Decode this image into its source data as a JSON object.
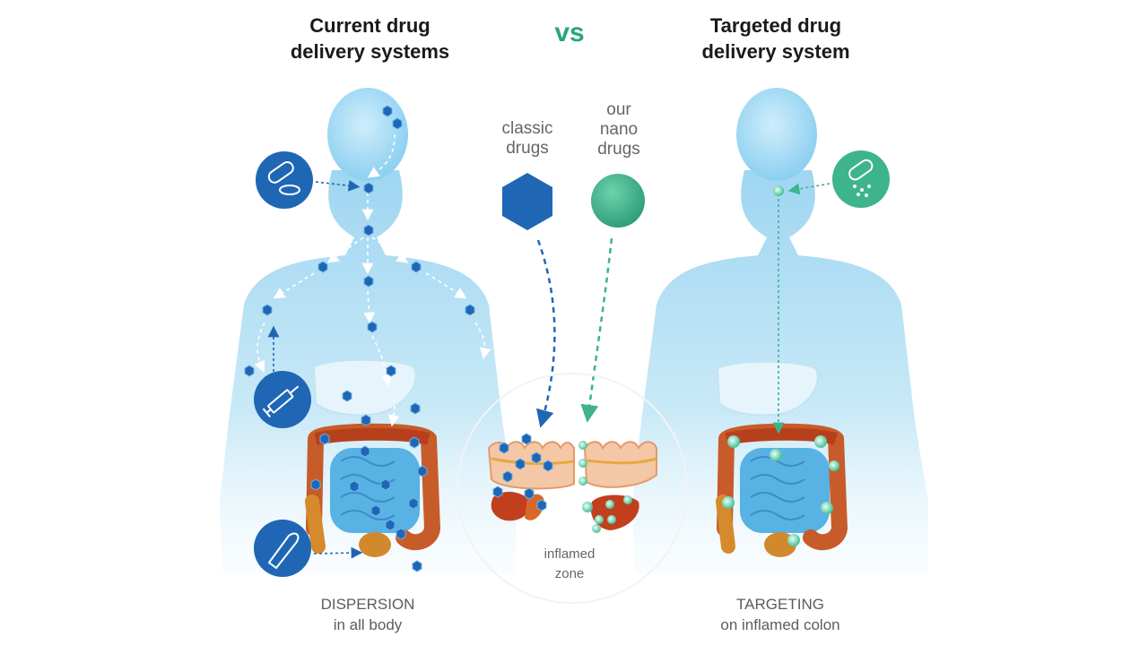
{
  "header": {
    "left_title": [
      "Current drug",
      "delivery systems"
    ],
    "vs": "vs",
    "right_title": [
      "Targeted drug",
      "delivery system"
    ]
  },
  "center": {
    "classic_label": [
      "classic",
      "drugs"
    ],
    "nano_label": [
      "our",
      "nano",
      "drugs"
    ],
    "zone_label": [
      "inflamed",
      "zone"
    ]
  },
  "captions": {
    "left": [
      "DISPERSION",
      "in all body"
    ],
    "right": [
      "TARGETING",
      "on inflamed colon"
    ]
  },
  "colors": {
    "body": "#bfe3f5",
    "classic_drug": "#1f67b5",
    "nano_drug": "#3db48c",
    "colon": "#c44a22",
    "intestine": "#4aa7dd",
    "liver": "#e3f2fb",
    "vs": "#2aa57d"
  },
  "icons": {
    "left": [
      "pill-icon",
      "syringe-icon",
      "suppository-icon"
    ],
    "right": [
      "nano-capsule-icon"
    ]
  }
}
